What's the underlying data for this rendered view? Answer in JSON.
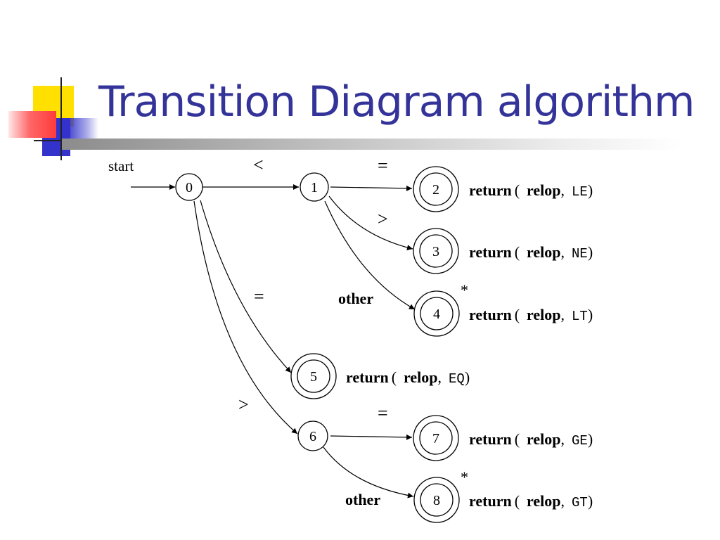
{
  "slide": {
    "title": "Transition Diagram algorithm"
  },
  "diagram": {
    "start_label": "start",
    "states": [
      {
        "id": "0",
        "label": "0",
        "accepting": false
      },
      {
        "id": "1",
        "label": "1",
        "accepting": false
      },
      {
        "id": "2",
        "label": "2",
        "accepting": true
      },
      {
        "id": "3",
        "label": "3",
        "accepting": true
      },
      {
        "id": "4",
        "label": "4",
        "accepting": true,
        "retract": "*"
      },
      {
        "id": "5",
        "label": "5",
        "accepting": true
      },
      {
        "id": "6",
        "label": "6",
        "accepting": false
      },
      {
        "id": "7",
        "label": "7",
        "accepting": true
      },
      {
        "id": "8",
        "label": "8",
        "accepting": true,
        "retract": "*"
      }
    ],
    "transitions": [
      {
        "from": "0",
        "to": "1",
        "label": "<"
      },
      {
        "from": "1",
        "to": "2",
        "label": "="
      },
      {
        "from": "1",
        "to": "3",
        "label": ">"
      },
      {
        "from": "1",
        "to": "4",
        "label": "other"
      },
      {
        "from": "0",
        "to": "5",
        "label": "="
      },
      {
        "from": "0",
        "to": "6",
        "label": ">"
      },
      {
        "from": "6",
        "to": "7",
        "label": "="
      },
      {
        "from": "6",
        "to": "8",
        "label": "other"
      }
    ],
    "actions": [
      {
        "state": "2",
        "keyword": "return",
        "open": "(",
        "name": "relop",
        "comma": ",",
        "token": "LE",
        "close": ")"
      },
      {
        "state": "3",
        "keyword": "return",
        "open": "(",
        "name": "relop",
        "comma": ",",
        "token": "NE",
        "close": ")"
      },
      {
        "state": "4",
        "keyword": "return",
        "open": "(",
        "name": "relop",
        "comma": ",",
        "token": "LT",
        "close": ")"
      },
      {
        "state": "5",
        "keyword": "return",
        "open": "(",
        "name": "relop",
        "comma": ",",
        "token": "EQ",
        "close": ")"
      },
      {
        "state": "7",
        "keyword": "return",
        "open": "(",
        "name": "relop",
        "comma": ",",
        "token": "GE",
        "close": ")"
      },
      {
        "state": "8",
        "keyword": "return",
        "open": "(",
        "name": "relop",
        "comma": ",",
        "token": "GT",
        "close": ")"
      }
    ]
  }
}
